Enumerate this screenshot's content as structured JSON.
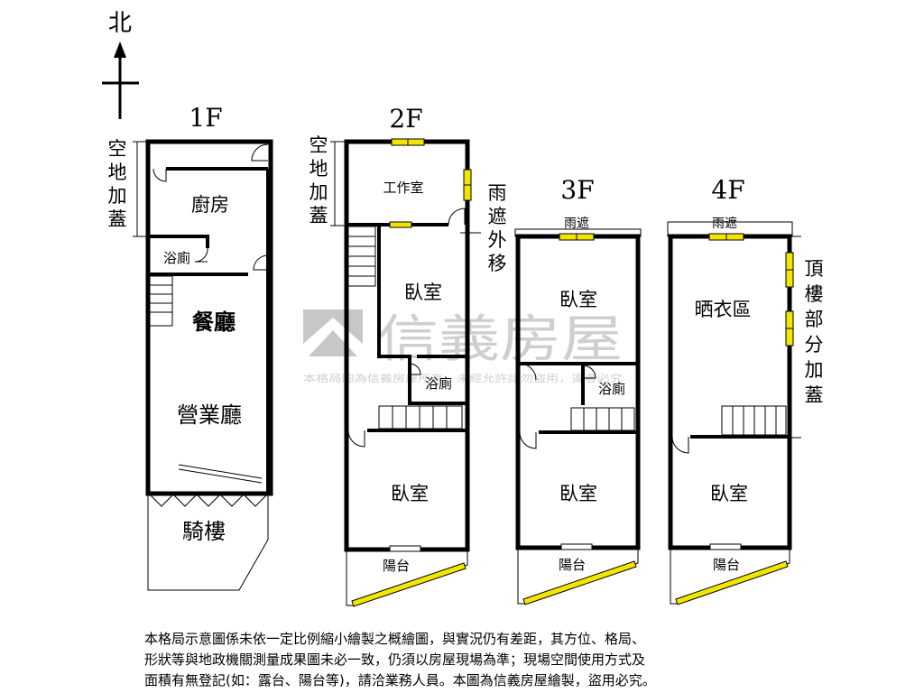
{
  "north_label": "北",
  "floors": {
    "f1": {
      "title": "1F",
      "side_label": [
        "空",
        "地",
        "加",
        "蓋"
      ],
      "rooms": {
        "kitchen": "廚房",
        "bath": "浴廁",
        "dining": "餐廳",
        "business": "營業廳",
        "arcade": "騎樓"
      }
    },
    "f2": {
      "title": "2F",
      "side_label": [
        "空",
        "地",
        "加",
        "蓋"
      ],
      "right_label": [
        "雨",
        "遮",
        "外",
        "移"
      ],
      "rooms": {
        "workroom": "工作室",
        "bedroom_n": "臥室",
        "bath": "浴廁",
        "bedroom_s": "臥室",
        "balcony": "陽台"
      }
    },
    "f3": {
      "title": "3F",
      "top_label": "雨遮",
      "rooms": {
        "bedroom_n": "臥室",
        "bath": "浴廁",
        "bedroom_s": "臥室",
        "balcony": "陽台"
      }
    },
    "f4": {
      "title": "4F",
      "top_label": "雨遮",
      "right_label": [
        "頂",
        "樓",
        "部",
        "分",
        "加",
        "蓋"
      ],
      "rooms": {
        "drying": "晒衣區",
        "bedroom_s": "臥室",
        "balcony": "陽台"
      }
    }
  },
  "watermark": {
    "brand": "信義房屋",
    "line": "本格局圖為信義房屋所有，未經允許請勿盜用，違者必究"
  },
  "disclaimer": "本格局示意圖係未依一定比例縮小繪製之概繪圖，與實況仍有差距，其方位、格局、\n形狀等與地政機關測量成果圖未必一致，仍須以房屋現場為準；現場空間使用方式及\n面積有無登記(如：露台、陽台等)，請洽業務人員。本圖為信義房屋繪製，盜用必究。",
  "colors": {
    "wall": "#000000",
    "window": "#f2e600",
    "watermark": "#b9b9b9"
  }
}
